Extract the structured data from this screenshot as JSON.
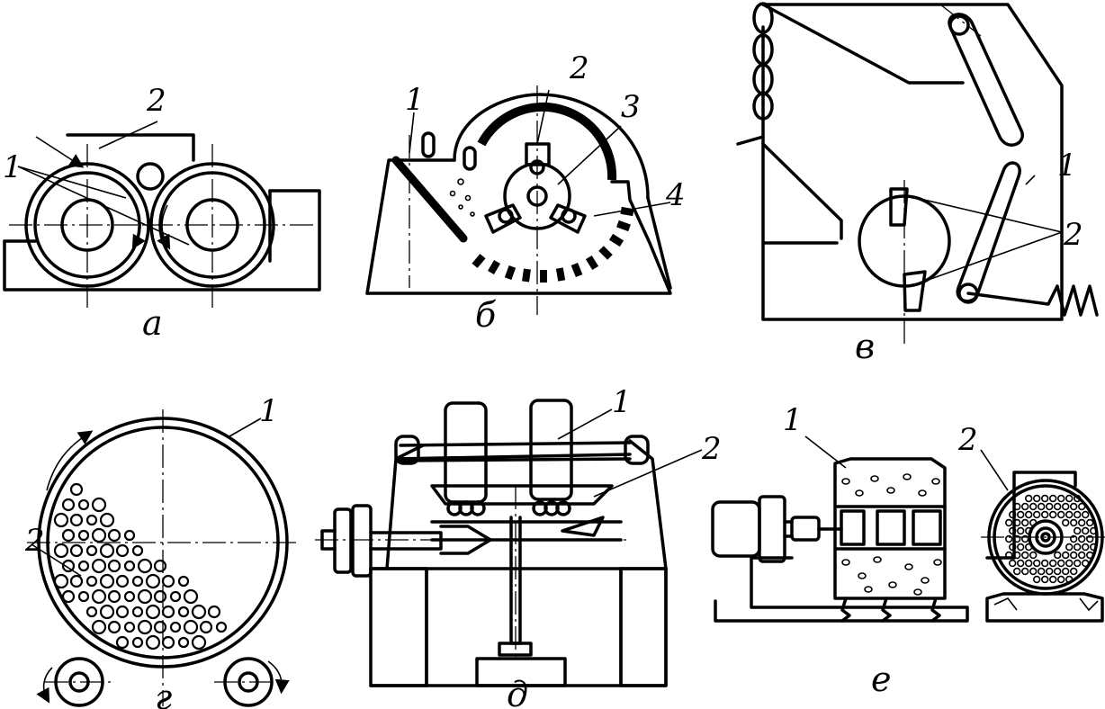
{
  "panels": {
    "a": {
      "caption": "а",
      "labels": [
        "1",
        "2"
      ]
    },
    "b": {
      "caption": "б",
      "labels": [
        "1",
        "2",
        "3",
        "4"
      ]
    },
    "v": {
      "caption": "в",
      "labels": [
        "1",
        "2"
      ]
    },
    "g": {
      "caption": "г",
      "labels": [
        "1",
        "2"
      ]
    },
    "d": {
      "caption": "д",
      "labels": [
        "1",
        "2"
      ]
    },
    "e": {
      "caption": "е",
      "labels": [
        "1",
        "2"
      ]
    }
  }
}
